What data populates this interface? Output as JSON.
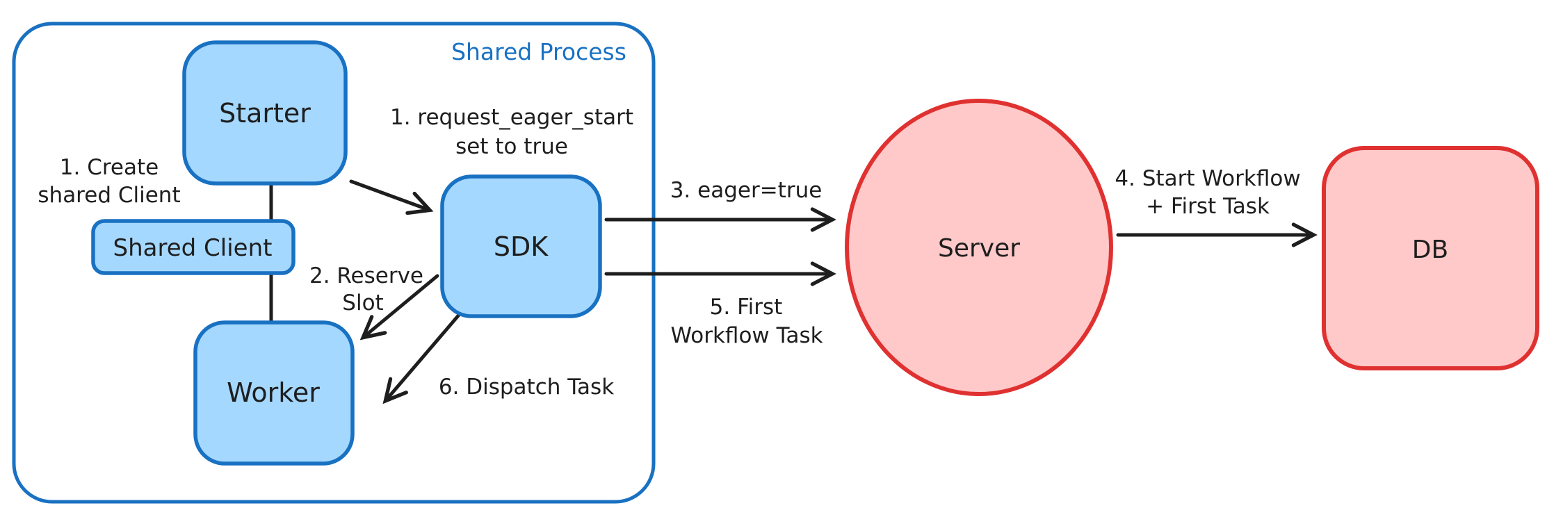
{
  "diagram": {
    "container": {
      "label": "Shared Process"
    },
    "nodes": {
      "starter": {
        "label": "Starter"
      },
      "shared_client": {
        "label": "Shared Client"
      },
      "worker": {
        "label": "Worker"
      },
      "sdk": {
        "label": "SDK"
      },
      "server": {
        "label": "Server"
      },
      "db": {
        "label": "DB"
      }
    },
    "annotations": {
      "create_client": {
        "line1": "1. Create",
        "line2": "shared Client"
      },
      "request_eager_start": {
        "line1": "1. request_eager_start",
        "line2": "set to true"
      },
      "reserve_slot": {
        "line1": "2. Reserve",
        "line2": "Slot"
      },
      "eager_true": {
        "text": "3. eager=true"
      },
      "start_workflow": {
        "line1": "4. Start Workflow",
        "line2": "+ First Task"
      },
      "first_workflow_task": {
        "line1": "5. First",
        "line2": "Workflow Task"
      },
      "dispatch_task": {
        "text": "6. Dispatch Task"
      }
    },
    "colors": {
      "blue_stroke": "#1971c2",
      "blue_fill": "#a5d8ff",
      "red_stroke": "#e03131",
      "red_fill": "#ffc9c9",
      "text": "#1e1e1e",
      "background": "#ffffff"
    }
  }
}
